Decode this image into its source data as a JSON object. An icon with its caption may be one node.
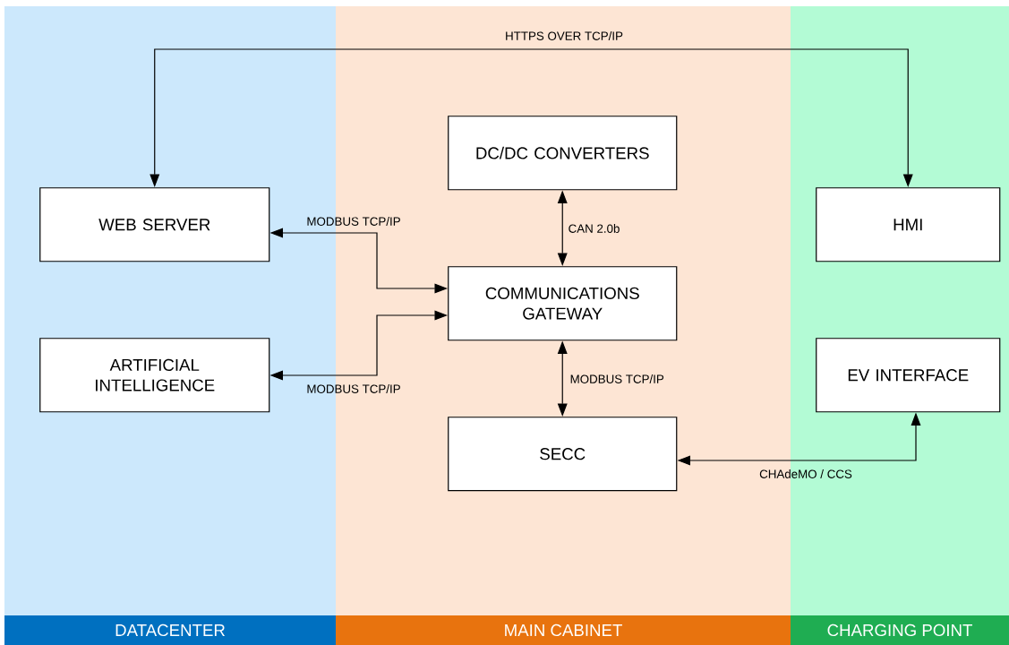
{
  "diagram": {
    "nodes": [
      {
        "text": [
          "DATACENTER"
        ]
      },
      {
        "text": [
          "MAIN CABINET"
        ]
      },
      {
        "text": [
          "CHARGING POINT"
        ]
      },
      {
        "text": [
          "DC/DC CONVERTERS"
        ],
        "in": 1
      },
      {
        "text": [
          "WEB SERVER"
        ],
        "in": 0
      },
      {
        "text": [
          "COMMUNICATIONS GATEWAY"
        ],
        "in": 1
      },
      {
        "text": [
          "HMI"
        ],
        "in": 2
      },
      {
        "text": [
          "ARTIFICIAL INTELLIGENCE"
        ],
        "in": 0
      },
      {
        "text": [
          "EV INTERFACE"
        ],
        "in": 2
      },
      {
        "text": [
          "SECC"
        ],
        "in": 1
      }
    ],
    "edges": [
      {
        "from": 4,
        "to": 6,
        "arrow": "both",
        "label": "HTTPS OVER TCP/IP"
      },
      {
        "from": 5,
        "to": 4,
        "arrow": "both",
        "label": "MODBUS TCP/IP"
      },
      {
        "from": 5,
        "to": 7,
        "arrow": "both",
        "label": "MODBUS TCP/IP"
      },
      {
        "from": 3,
        "to": 5,
        "arrow": "both",
        "label": "CAN 2.0b"
      },
      {
        "from": 5,
        "to": 9,
        "arrow": "both",
        "label": "MODBUS TCP/IP"
      },
      {
        "from": 9,
        "to": 8,
        "arrow": "both",
        "label": "CHAdeMO / CCS"
      }
    ]
  }
}
